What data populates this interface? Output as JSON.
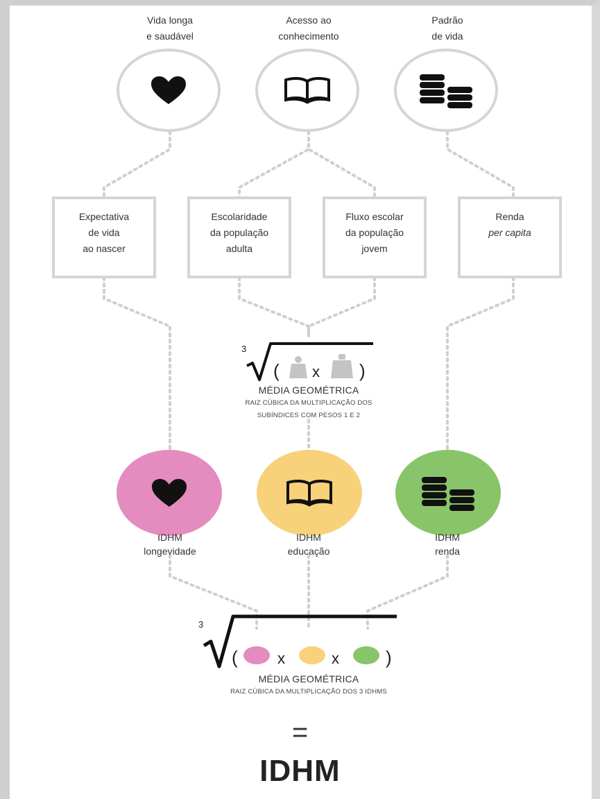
{
  "dimensions": [
    {
      "label": "Vida longa\ne saudável",
      "icon": "heart-icon"
    },
    {
      "label": "Acesso ao\nconhecimento",
      "icon": "book-icon"
    },
    {
      "label": "Padrão\nde vida",
      "icon": "coins-icon"
    }
  ],
  "indicators": [
    {
      "label": "Expectativa\nde vida\nao nascer"
    },
    {
      "label": "Escolaridade\nda população\nadulta"
    },
    {
      "label": "Fluxo escolar\nda população\njovem"
    },
    {
      "line1": "Renda",
      "line2": "per capita"
    }
  ],
  "formula_1": {
    "root_index": "3",
    "title": "MÉDIA GEOMÉTRICA",
    "subtitle": "RAIZ CÚBICA DA MULTIPLICAÇÃO DOS\nSUBÍNDICES COM PESOS 1 E 2",
    "operator": "x"
  },
  "indices": [
    {
      "label": "IDHM\nlongevidade",
      "color": "#e48bbf",
      "icon": "heart-icon"
    },
    {
      "label": "IDHM\neducação",
      "color": "#f7d27a",
      "icon": "book-icon"
    },
    {
      "label": "IDHM\nrenda",
      "color": "#88c56a",
      "icon": "coins-icon"
    }
  ],
  "formula_2": {
    "root_index": "3",
    "title": "MÉDIA GEOMÉTRICA",
    "subtitle": "RAIZ CÚBICA DA MULTIPLICAÇÃO DOS 3 IDHMS",
    "operator": "x"
  },
  "result": {
    "equals": "=",
    "label": "IDHM"
  },
  "colors": {
    "outline": "#d5d5d5",
    "connector": "#cfcfcf",
    "weight_icon": "#c4c4c4"
  }
}
